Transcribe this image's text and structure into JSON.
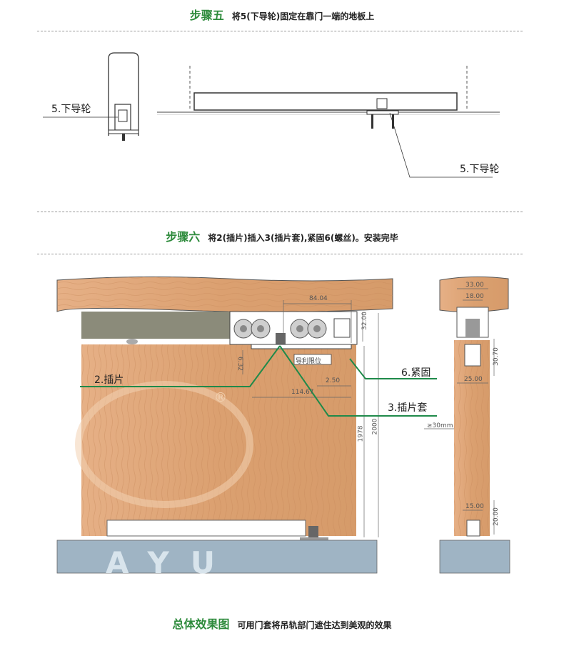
{
  "step5": {
    "title": "步骤五",
    "desc": "将5(下导轮)固定在靠门一端的地板上",
    "label_left": "5.下导轮",
    "label_right": "5.下导轮"
  },
  "step6": {
    "title": "步骤六",
    "desc": "将2(插片)插入3(插片套),紧固6(螺丝)。安装完毕",
    "label_insert": "2.插片",
    "label_sleeve": "3.插片套",
    "label_screw": "6.紧固",
    "limit_box": "导利限位",
    "watermark_letters": "AYU",
    "registered": "®"
  },
  "dimensions": {
    "d_84_04": "84.04",
    "d_32_00": "32.00",
    "d_6_32": "6.32",
    "d_2_50": "2.50",
    "d_114_67": "114.67",
    "d_1978": "1978",
    "d_2000": "2000",
    "d_33_00": "33.00",
    "d_18_00": "18.00",
    "d_30_70": "30.70",
    "d_25_00": "25.00",
    "d_30mm": "≥30mm",
    "d_15_00": "15.00",
    "d_20_00": "20.00"
  },
  "footer": {
    "title": "总体效果图",
    "desc": "可用门套将吊轨部门遮住达到美观的效果"
  },
  "colors": {
    "step_green": "#2e8b3c",
    "leader_green": "#1f8a4a",
    "wood": "#dfa676",
    "wood_dark": "#c98a56",
    "rail_gray": "#8b8b7a",
    "floor_blue": "#9fb4c4"
  }
}
